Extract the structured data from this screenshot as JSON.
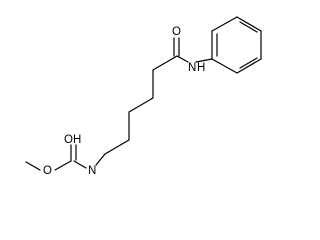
{
  "molecule": {
    "atoms": {
      "carbonyl_oxygen": "O",
      "amide_nitrogen": "N",
      "amide_hydrogen": "H",
      "carbamate_hydroxyl_oxygen": "O",
      "carbamate_hydroxyl_hydrogen": "H",
      "carbamate_nitrogen": "N",
      "carbamate_ester_oxygen": "O"
    },
    "colors": {
      "bond": "#000000",
      "text": "#000000",
      "background": "#ffffff"
    }
  }
}
